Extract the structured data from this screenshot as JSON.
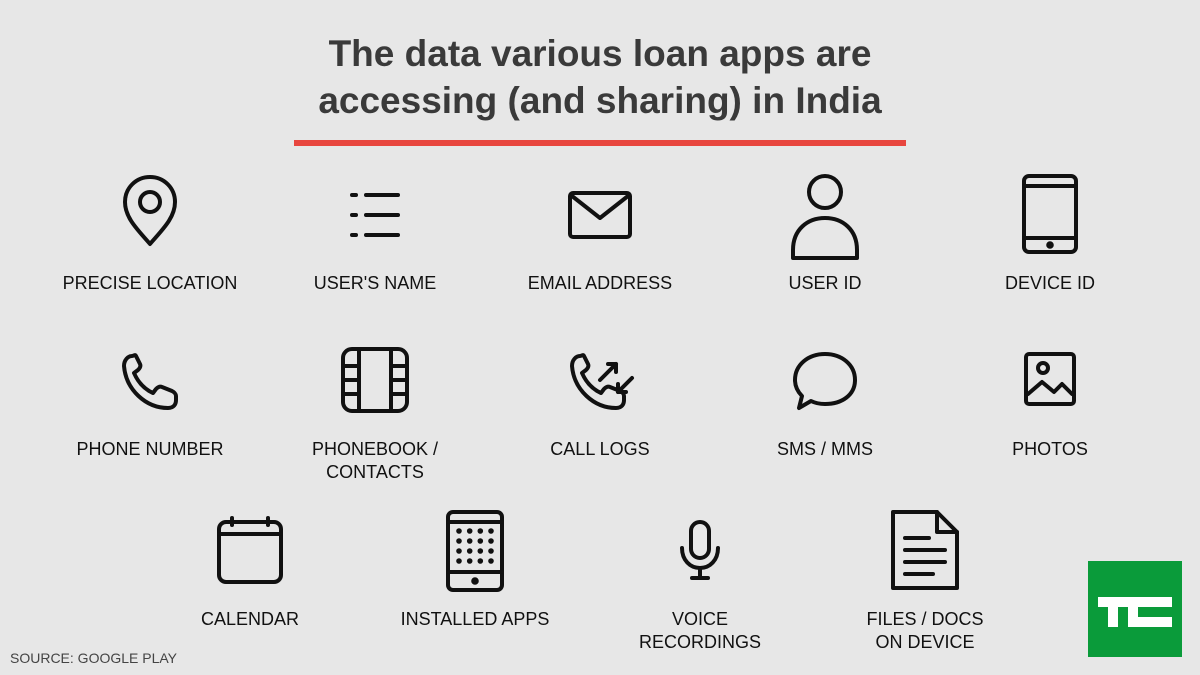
{
  "title": {
    "line1": "The data various loan apps are",
    "line2": "accessing (and sharing) in India"
  },
  "accent_color": "#e8463f",
  "items": [
    {
      "icon": "location-pin-icon",
      "label": [
        "PRECISE LOCATION"
      ]
    },
    {
      "icon": "list-icon",
      "label": [
        "USER'S NAME"
      ]
    },
    {
      "icon": "envelope-icon",
      "label": [
        "EMAIL ADDRESS"
      ]
    },
    {
      "icon": "person-icon",
      "label": [
        "USER ID"
      ]
    },
    {
      "icon": "phone-device-icon",
      "label": [
        "DEVICE ID"
      ]
    },
    {
      "icon": "phone-handset-icon",
      "label": [
        "PHONE NUMBER"
      ]
    },
    {
      "icon": "contacts-book-icon",
      "label": [
        "PHONEBOOK /",
        "CONTACTS"
      ]
    },
    {
      "icon": "call-log-icon",
      "label": [
        "CALL LOGS"
      ]
    },
    {
      "icon": "chat-bubble-icon",
      "label": [
        "SMS / MMS"
      ]
    },
    {
      "icon": "image-icon",
      "label": [
        "PHOTOS"
      ]
    },
    {
      "icon": "calendar-icon",
      "label": [
        "CALENDAR"
      ]
    },
    {
      "icon": "app-grid-phone-icon",
      "label": [
        "INSTALLED APPS"
      ]
    },
    {
      "icon": "microphone-icon",
      "label": [
        "VOICE",
        "RECORDINGS"
      ]
    },
    {
      "icon": "document-icon",
      "label": [
        "FILES / DOCS",
        "ON DEVICE"
      ]
    }
  ],
  "source": "SOURCE: GOOGLE PLAY",
  "brand": {
    "logo": "techcrunch-logo",
    "color": "#0a9b3a"
  }
}
